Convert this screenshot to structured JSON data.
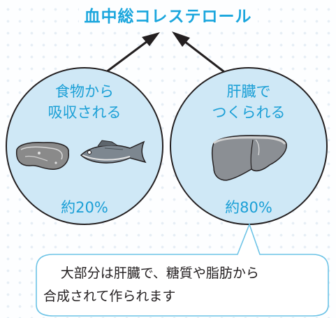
{
  "title": "血中総コレステロール",
  "left_circle": {
    "label_line1": "食物から",
    "label_line2": "吸収される",
    "percent": "約20%"
  },
  "right_circle": {
    "label_line1": "肝臓で",
    "label_line2": "つくられる",
    "percent": "約80%"
  },
  "callout": {
    "line1": "大部分は肝臓で、糖質や脂肪から",
    "line2": "合成されて作られます"
  },
  "colors": {
    "accent": "#1aa6dd",
    "circle_fill": "#cfe8f6",
    "circle_stroke": "#231f20",
    "callout_stroke": "#6cc3e6"
  },
  "icons": [
    "meat-icon",
    "fish-icon",
    "liver-icon"
  ]
}
